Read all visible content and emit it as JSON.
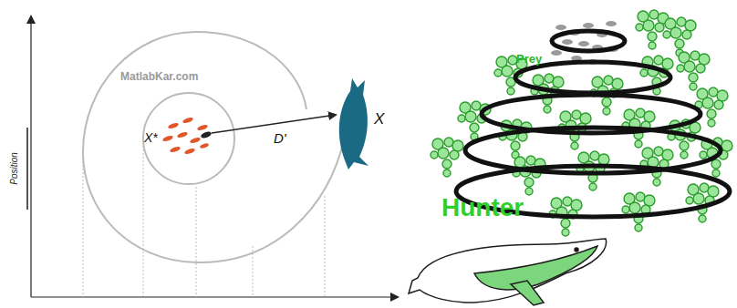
{
  "diagram": {
    "labels": [
      "Position",
      "MatlabKar.com",
      "X*",
      "D'",
      "X",
      "Prey",
      "Hunter"
    ]
  }
}
